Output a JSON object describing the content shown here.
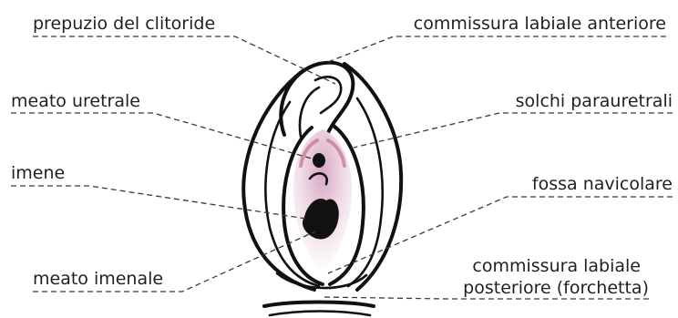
{
  "labels": {
    "prepuzio": "prepuzio del clitoride",
    "commissura_anteriore": "commissura labiale anteriore",
    "meato_uretrale": "meato uretrale",
    "solchi": "solchi parauretrali",
    "imene": "imene",
    "fossa": "fossa navicolare",
    "meato_imenale": "meato imenale",
    "commissura_posteriore_1": "commissura labiale",
    "commissura_posteriore_2": "posteriore (forchetta)"
  },
  "colors": {
    "outline": "#111111",
    "text": "#231f20",
    "pink_tint": "#e4c3d6",
    "pink_dark": "#b8527c",
    "leader": "#3a3a3a"
  }
}
